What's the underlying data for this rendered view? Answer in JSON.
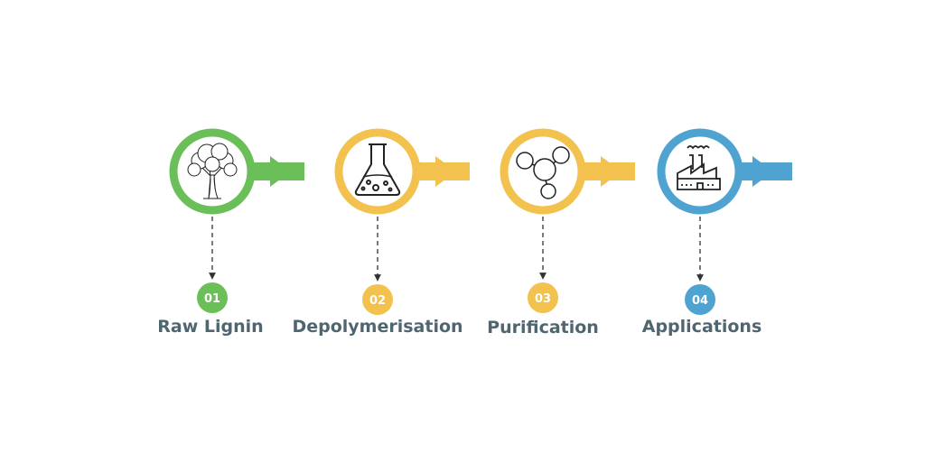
{
  "colors": {
    "green": "#6abf59",
    "yellow": "#f2c14e",
    "blue": "#4fa3d1",
    "text": "#4f6670",
    "dash": "#333333"
  },
  "steps": [
    {
      "number": "01",
      "label": "Raw Lignin",
      "icon": "tree-icon",
      "color": "green"
    },
    {
      "number": "02",
      "label": "Depolymerisation",
      "icon": "flask-icon",
      "color": "yellow"
    },
    {
      "number": "03",
      "label": "Purification",
      "icon": "molecule-icon",
      "color": "yellow"
    },
    {
      "number": "04",
      "label": "Applications",
      "icon": "factory-icon",
      "color": "blue"
    }
  ]
}
